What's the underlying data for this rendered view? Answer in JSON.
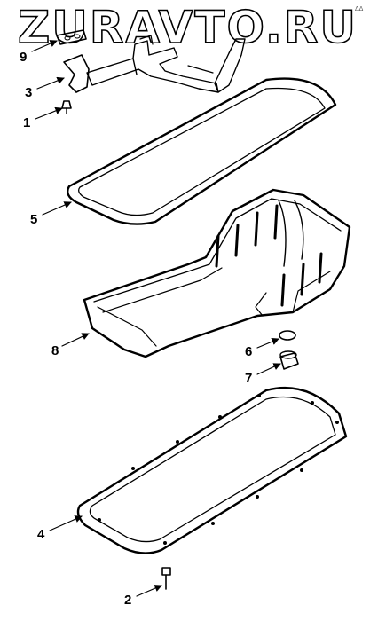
{
  "watermark": "ZURAVTO.RU",
  "corner_mark": "ΔΔ",
  "callouts": [
    {
      "id": "9",
      "label": "9"
    },
    {
      "id": "3",
      "label": "3"
    },
    {
      "id": "1",
      "label": "1"
    },
    {
      "id": "5",
      "label": "5"
    },
    {
      "id": "8",
      "label": "8"
    },
    {
      "id": "6",
      "label": "6"
    },
    {
      "id": "7",
      "label": "7"
    },
    {
      "id": "4",
      "label": "4"
    },
    {
      "id": "2",
      "label": "2"
    }
  ]
}
